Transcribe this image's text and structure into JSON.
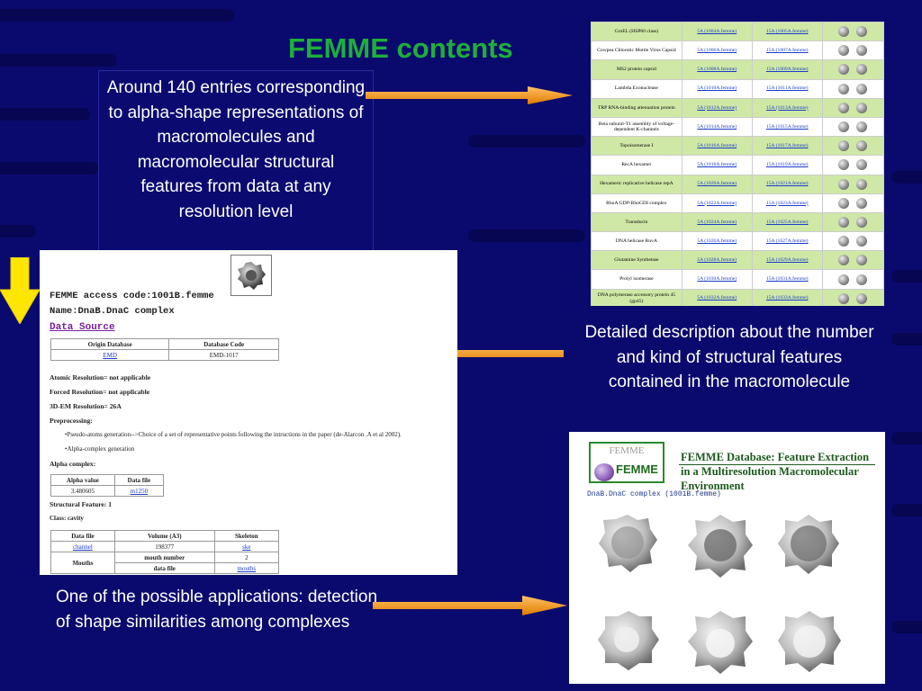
{
  "slide": {
    "title": "FEMME contents",
    "callout": "Around 140 entries corresponding to alpha-shape representations of macromolecules and macromolecular structural features from data at any resolution level",
    "description": "Detailed description about the number and kind of structural features contained in the macromolecule",
    "application": "One of the possible applications: detection of shape similarities among complexes"
  },
  "colors": {
    "background": "#0a0a6e",
    "title": "#1fae3a",
    "arrow": "#f5a623",
    "down_arrow": "#ffe600"
  },
  "entries_table": {
    "rows": [
      {
        "name": "GroEL (HSP60 class)",
        "a": "5A (1004A.femme)",
        "b": "15A (1005A.femme)"
      },
      {
        "name": "Cowpea Chlorotic Mottle Virus Capsid",
        "a": "5A (1006A.femme)",
        "b": "15A (1007A.femme)"
      },
      {
        "name": "MS2 protein capsid",
        "a": "5A (1008A.femme)",
        "b": "15A (1009A.femme)"
      },
      {
        "name": "Lambda Exonuclease",
        "a": "5A (1010A.femme)",
        "b": "15A (1011A.femme)"
      },
      {
        "name": "TRP RNA-binding attenuation protein",
        "a": "5A (1012A.femme)",
        "b": "15A (1013A.femme)"
      },
      {
        "name": "Beta subunit-T1 assembly of voltage-dependent K-channels",
        "a": "5A (1014A.femme)",
        "b": "15A (1015A.femme)"
      },
      {
        "name": "Topoisomerase I",
        "a": "5A (1016A.femme)",
        "b": "15A (1017A.femme)"
      },
      {
        "name": "RecA hexamer",
        "a": "5A (1018A.femme)",
        "b": "15A (1019A.femme)"
      },
      {
        "name": "Hexameric replicative helicase repA",
        "a": "5A (1020A.femme)",
        "b": "15A (1021A.femme)"
      },
      {
        "name": "RhoA GDP-RhoGDI complex",
        "a": "5A (1022A.femme)",
        "b": "15A (1023A.femme)"
      },
      {
        "name": "Transducin",
        "a": "5A (1024A.femme)",
        "b": "15A (1025A.femme)"
      },
      {
        "name": "DNA helicase RuvA",
        "a": "5A (1026A.femme)",
        "b": "15A (1027A.femme)"
      },
      {
        "name": "Glutamine Synthetase",
        "a": "5A (1028A.femme)",
        "b": "15A (1029A.femme)"
      },
      {
        "name": "Prolyl isomerase",
        "a": "5A (1030A.femme)",
        "b": "15A (1031A.femme)"
      },
      {
        "name": "DNA polymerase accessory protein 45 (gp45)",
        "a": "5A (1032A.femme)",
        "b": "15A (1033A.femme)"
      }
    ]
  },
  "detail": {
    "access_code": "FEMME access code:1001B.femme",
    "name": "Name:DnaB.DnaC complex",
    "data_source": "Data Source",
    "source_table": {
      "headers": [
        "Origin Database",
        "Database Code"
      ],
      "row": [
        "EMD",
        "EMD-1017"
      ]
    },
    "atomic": "Atomic Resolution= not applicable",
    "forced": "Forced Resolution= not applicable",
    "em_res": "3D-EM Resolution= 26A",
    "preprocessing": "Preprocessing:",
    "pre1": "•Pseudo-atoms generation-->Choice of a set of representative points following the intructions in the paper (de-Alarcon .A et al 2002).",
    "pre2": "•Alpha-complex generation",
    "alpha_complex": "Alpha complex:",
    "alpha_table": {
      "headers": [
        "Alpha value",
        "Data file"
      ],
      "row": [
        "3.480605",
        "m1250"
      ]
    },
    "structural": "Structural Feature: 1",
    "class": "Class: cavity",
    "feature_table": {
      "headers": [
        "Data file",
        "Volume (A3)",
        "Skeleton"
      ],
      "row1": [
        "channel",
        "198377",
        "ske"
      ],
      "mouths": "Mouths",
      "mouth_number_label": "mouth number",
      "mouth_number": "2",
      "data_file_label": "data file",
      "data_file": "mouths"
    }
  },
  "femme_db": {
    "logo_top": "FEMME",
    "logo_bottom": "FEMME",
    "title_line1": "FEMME Database: Feature Extraction",
    "title_line2": "in a Multiresolution Macromolecular Environment",
    "subtitle": "DnaB.DnaC complex (1001B.femme)"
  }
}
